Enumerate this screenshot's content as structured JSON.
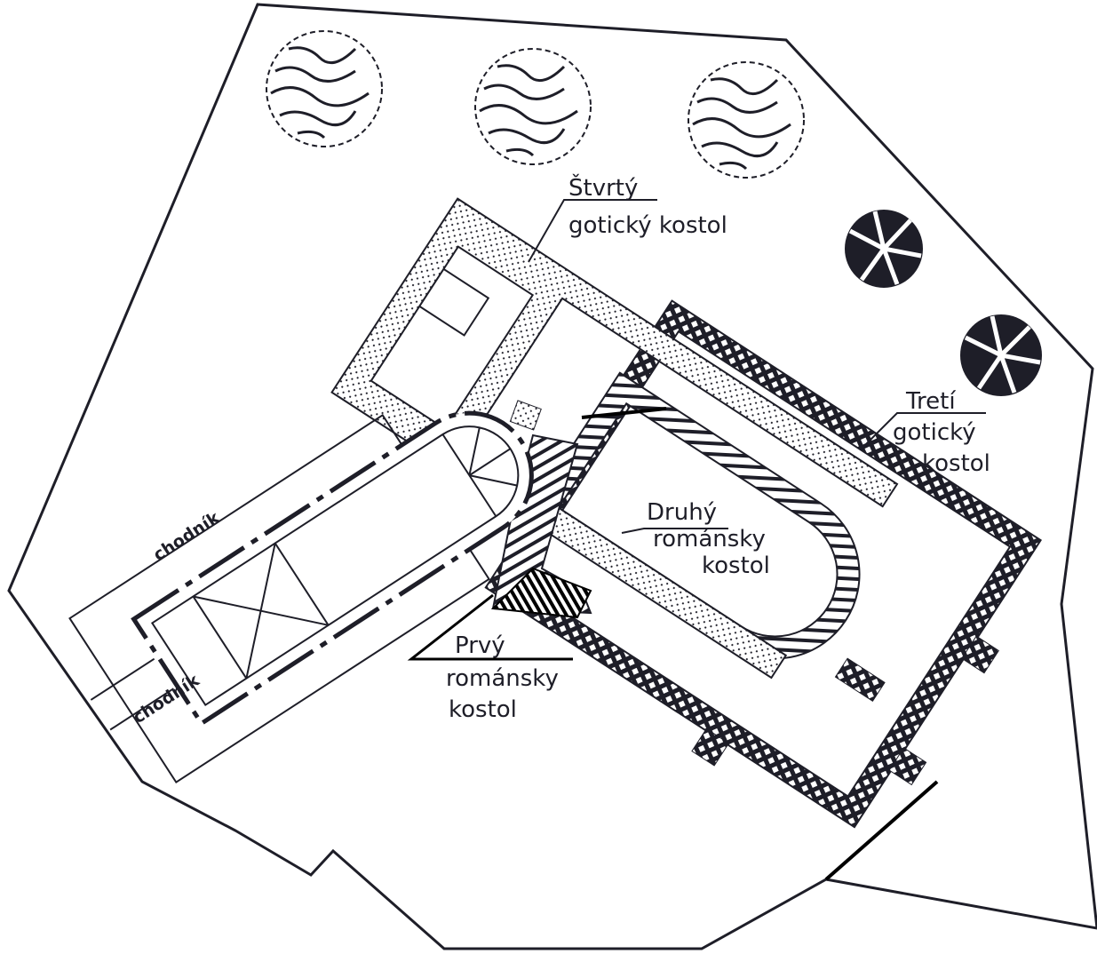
{
  "title": "Site plan of the church excavations",
  "labels": {
    "fourth_gothic": [
      "Štvrtý",
      "gotický kostol"
    ],
    "third_gothic": [
      "Tretí",
      "gotický",
      "kostol"
    ],
    "second_romanesque": [
      "Druhý",
      "románsky",
      "kostol"
    ],
    "first_romanesque": [
      "Prvý",
      "románsky",
      "kostol"
    ],
    "path_upper": "chodník",
    "path_lower": "chodník"
  },
  "colors": {
    "ink": "#1e1e28",
    "paper": "#ffffff"
  }
}
